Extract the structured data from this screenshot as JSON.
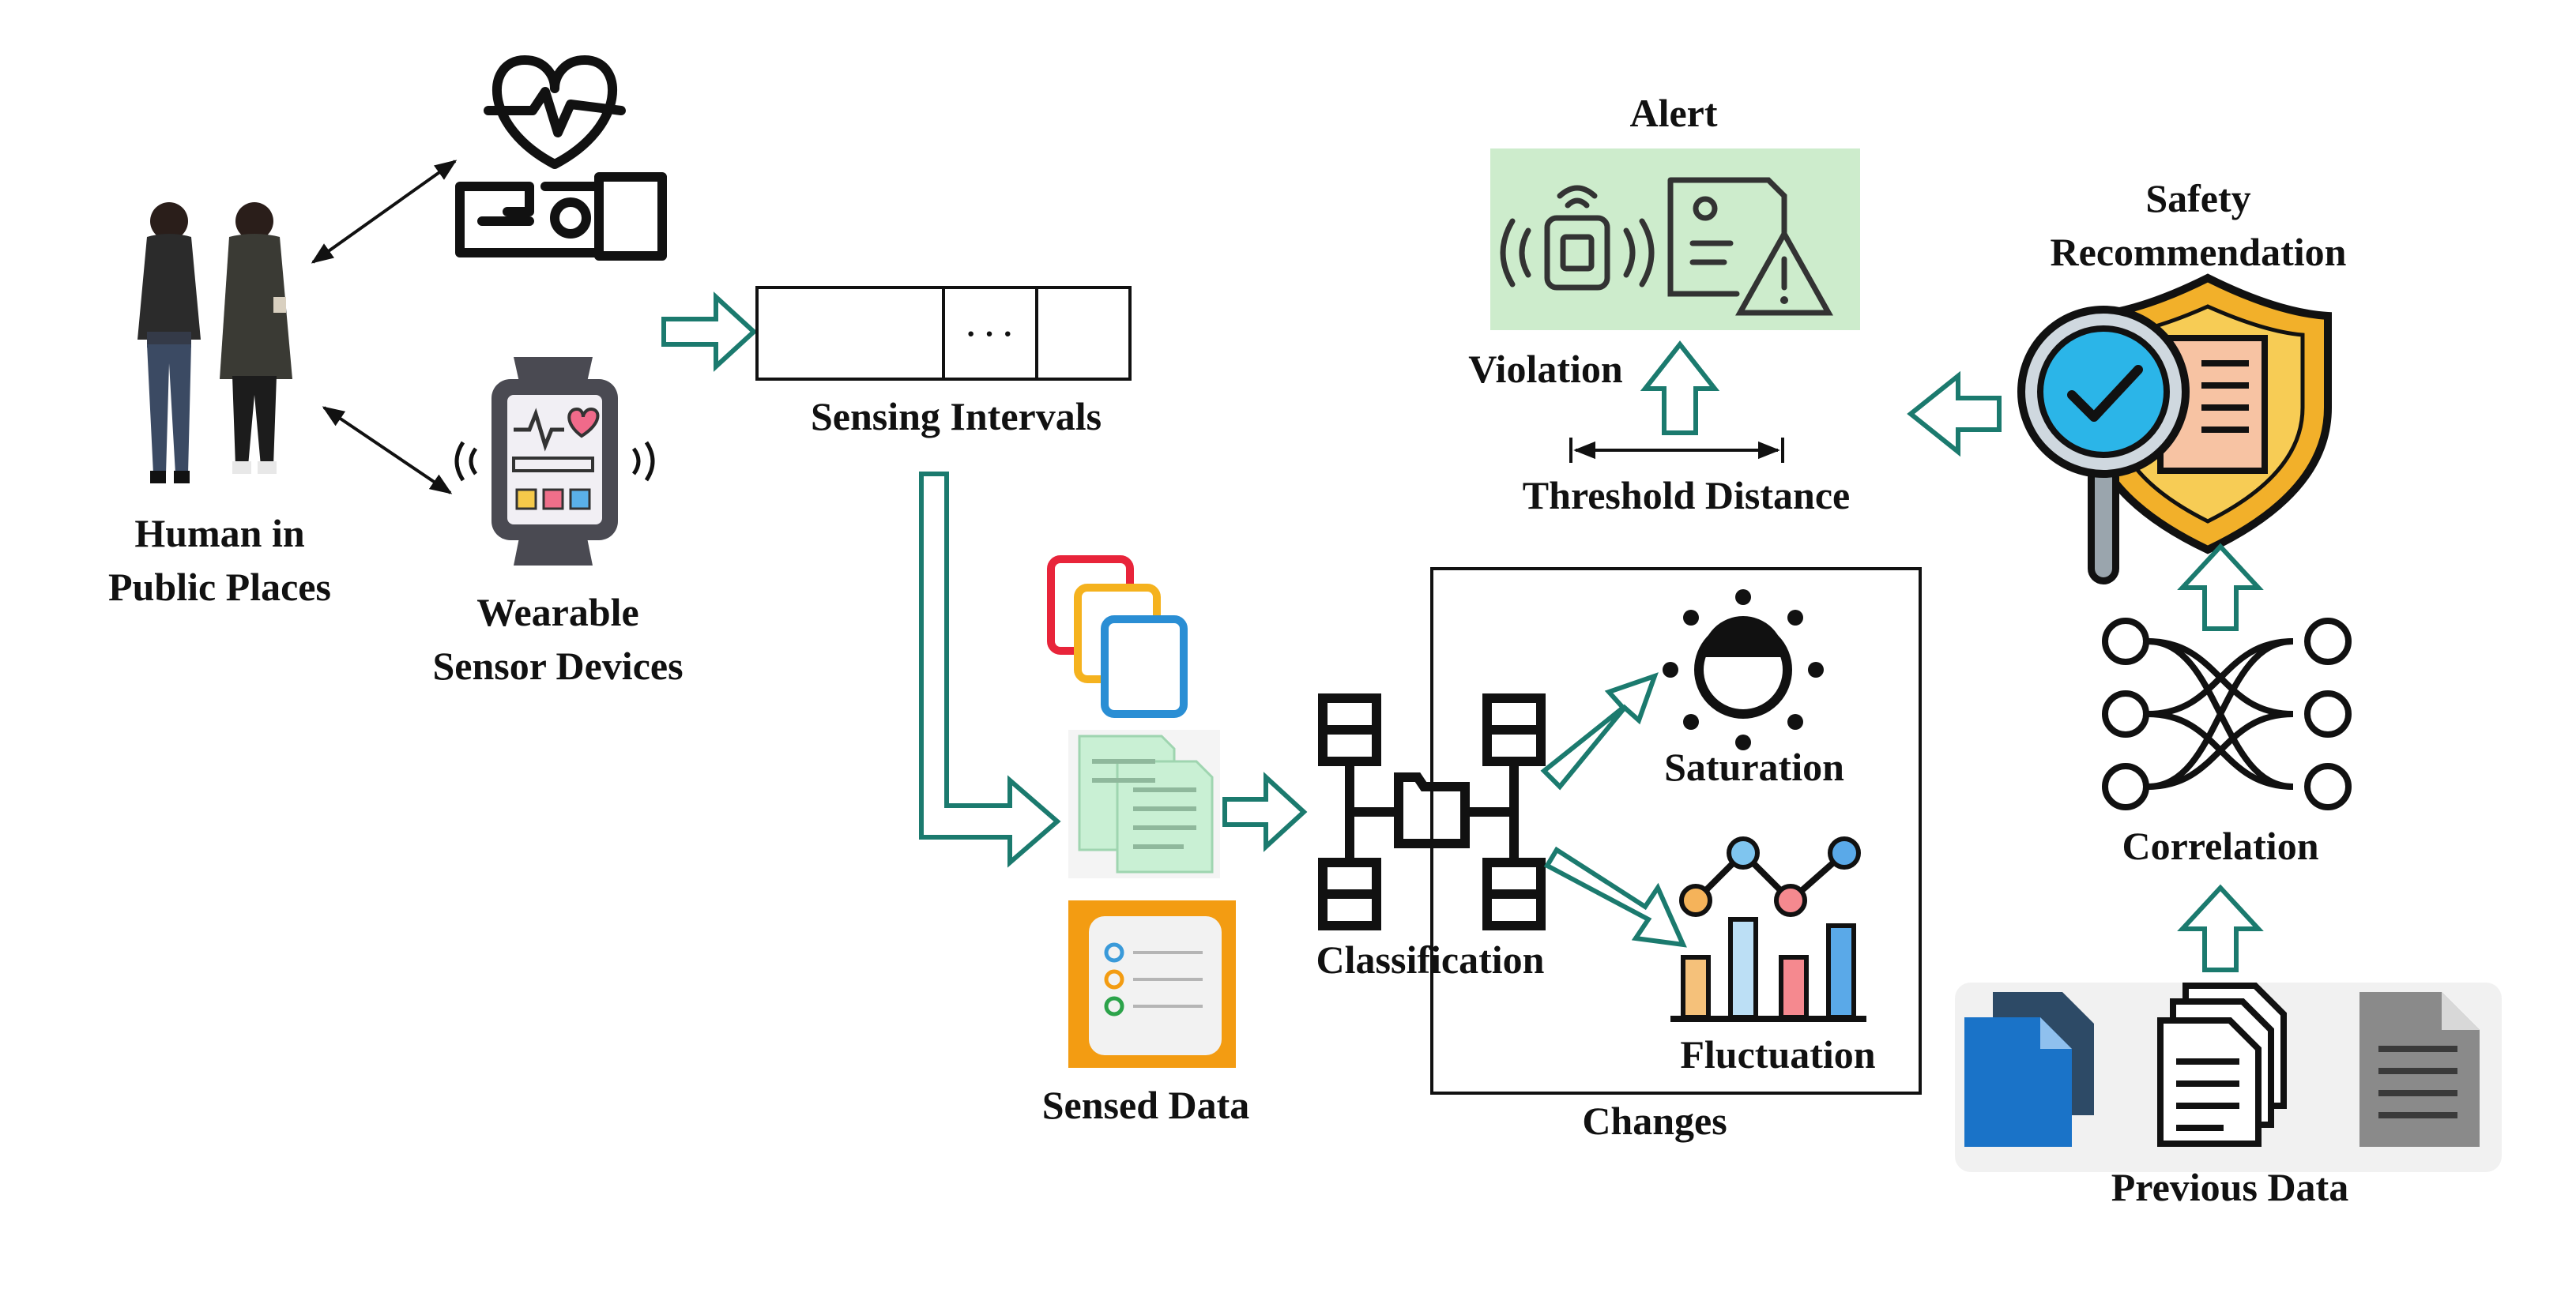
{
  "labels": {
    "human_line1": "Human in",
    "human_line2": "Public Places",
    "wearable_line1": "Wearable",
    "wearable_line2": "Sensor Devices",
    "sensing_intervals": "Sensing Intervals",
    "interval_ellipsis": "· · ·",
    "sensed_data": "Sensed Data",
    "classification": "Classification",
    "saturation": "Saturation",
    "fluctuation": "Fluctuation",
    "changes": "Changes",
    "alert": "Alert",
    "violation": "Violation",
    "threshold_distance": "Threshold Distance",
    "safety_line1": "Safety",
    "safety_line2": "Recommendation",
    "correlation": "Correlation",
    "previous_data": "Previous Data"
  },
  "colors": {
    "flow_arrow": "#1b7a6e",
    "alert_bg": "#cdeccc",
    "shield_gold": "#f2b02a",
    "magnifier_blue": "#2bb5e8",
    "sensed_orange": "#f39c12",
    "doc_mint": "#c9f0d4",
    "doc_blue": "#1a73c8",
    "watch_body": "#4a4a52"
  },
  "icons": {
    "heart_monitor": "heart-rate-wrist-icon",
    "smartwatch": "smartwatch-icon",
    "people": "people-icon",
    "alert": "alert-device-icon",
    "shield": "safety-shield-icon",
    "network": "correlation-network-icon",
    "classification": "classification-hierarchy-icon",
    "saturation": "saturation-sun-icon",
    "fluctuation": "fluctuation-chart-icon",
    "sensed": "sensed-data-icon",
    "previous": "previous-documents-icon"
  }
}
